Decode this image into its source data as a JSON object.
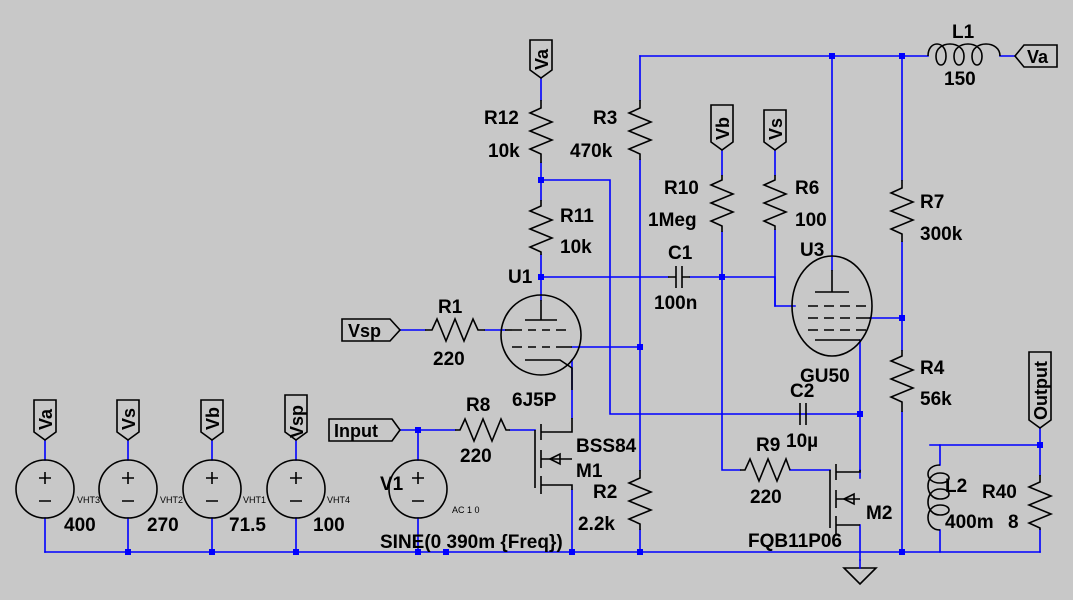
{
  "nets": {
    "va": "Va",
    "vs": "Vs",
    "vb": "Vb",
    "vsp": "Vsp",
    "input": "Input",
    "output": "Output"
  },
  "components": {
    "r12": {
      "name": "R12",
      "value": "10k"
    },
    "r3": {
      "name": "R3",
      "value": "470k"
    },
    "r11": {
      "name": "R11",
      "value": "10k"
    },
    "r10": {
      "name": "R10",
      "value": "1Meg"
    },
    "r6": {
      "name": "R6",
      "value": "100"
    },
    "r7": {
      "name": "R7",
      "value": "300k"
    },
    "r1": {
      "name": "R1",
      "value": "220"
    },
    "r8": {
      "name": "R8",
      "value": "220"
    },
    "r2": {
      "name": "R2",
      "value": "2.2k"
    },
    "r9": {
      "name": "R9",
      "value": "220"
    },
    "r4": {
      "name": "R4",
      "value": "56k"
    },
    "r40": {
      "name": "R40",
      "value": "8"
    },
    "c1": {
      "name": "C1",
      "value": "100n"
    },
    "c2": {
      "name": "C2",
      "value": "10µ"
    },
    "l1": {
      "name": "L1",
      "value": "150"
    },
    "l2": {
      "name": "L2",
      "value": "400m"
    },
    "u1": {
      "name": "U1",
      "value": "6J5P"
    },
    "u3": {
      "name": "U3",
      "value": "GU50"
    },
    "m1": {
      "name": "M1",
      "value": "BSS84"
    },
    "m2": {
      "name": "M2",
      "value": "FQB11P06"
    },
    "v1": {
      "name": "V1",
      "value": "SINE(0 390m {Freq})",
      "ac": "AC 1 0"
    },
    "vht3": {
      "name": "VHT3",
      "value": "400"
    },
    "vht2": {
      "name": "VHT2",
      "value": "270"
    },
    "vht1": {
      "name": "VHT1",
      "value": "71.5"
    },
    "vht4": {
      "name": "VHT4",
      "value": "100"
    }
  }
}
